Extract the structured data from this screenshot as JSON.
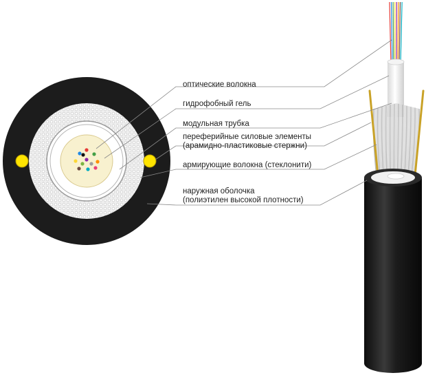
{
  "labels": {
    "optical_fibers": "оптические волокна",
    "hydrophobic_gel": "гидрофобный гель",
    "module_tube": "модульная трубка",
    "strength_members_line1": "переферийные силовые элементы",
    "strength_members_line2": "(арамидно-пластиковые стержни)",
    "reinforcing_fibers": "армирующие волокна (стеклонити)",
    "outer_sheath_line1": "наружная оболочка",
    "outer_sheath_line2": "(полиэтилен высокой плотности)"
  },
  "colors": {
    "sheath": "#1c1c1c",
    "gel": "#ffffff",
    "yarn": "#d4d4d4",
    "strength_rod": "#ffe400",
    "rod_in_perspective": "#c9a227",
    "leader_line": "#8a8a8a",
    "fiber_colors": [
      "#e53935",
      "#1e88e5",
      "#43a047",
      "#fdd835",
      "#8e24aa",
      "#ff8f00",
      "#6d4c41",
      "#00acc1",
      "#ec407a",
      "#111111",
      "#9e9e9e",
      "#7cb342"
    ]
  }
}
